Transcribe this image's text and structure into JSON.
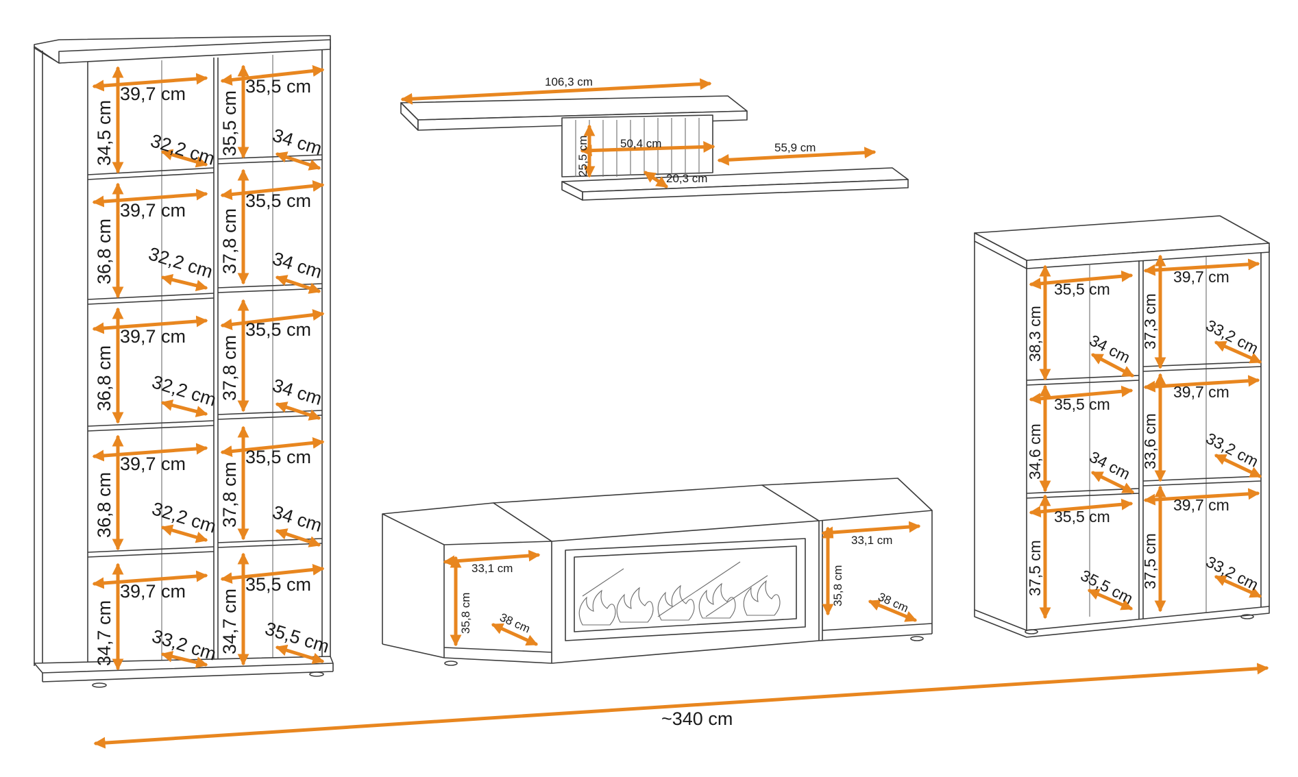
{
  "colors": {
    "arrow": "#e8861f",
    "line": "#3b3b3b",
    "text": "#1a1a1a"
  },
  "tall_cabinet": {
    "left_column": {
      "widths": [
        "39,7 cm",
        "39,7 cm",
        "39,7 cm",
        "39,7 cm",
        "39,7 cm"
      ],
      "heights": [
        "34,5 cm",
        "36,8 cm",
        "36,8 cm",
        "36,8 cm",
        "34,7 cm"
      ],
      "depths": [
        "32,2 cm",
        "32,2 cm",
        "32,2 cm",
        "32,2 cm",
        "33,2 cm"
      ]
    },
    "right_column": {
      "widths": [
        "35,5 cm",
        "35,5 cm",
        "35,5 cm",
        "35,5 cm",
        "35,5 cm"
      ],
      "heights": [
        "35,5 cm",
        "37,8 cm",
        "37,8 cm",
        "37,8 cm",
        "34,7 cm"
      ],
      "depths": [
        "34 cm",
        "34 cm",
        "34 cm",
        "34 cm",
        "35,5 cm"
      ]
    }
  },
  "wall_shelf": {
    "top_width": "106,3 cm",
    "panel_width": "50,4 cm",
    "panel_height": "25,5 cm",
    "panel_depth": "20,3 cm",
    "bottom_width": "55,9 cm"
  },
  "tv_stand": {
    "left_width": "33,1 cm",
    "left_height": "35,8 cm",
    "left_depth": "38 cm",
    "right_width": "33,1 cm",
    "right_height": "35,8 cm",
    "right_depth": "38 cm"
  },
  "short_cabinet": {
    "left_column": {
      "widths": [
        "35,5 cm",
        "35,5 cm",
        "35,5 cm"
      ],
      "heights": [
        "38,3 cm",
        "34,6 cm",
        "37,5 cm"
      ],
      "depths": [
        "34 cm",
        "34 cm",
        "35,5 cm"
      ]
    },
    "right_column": {
      "widths": [
        "39,7 cm",
        "39,7 cm",
        "39,7 cm"
      ],
      "heights": [
        "37,3 cm",
        "33,6 cm",
        "37,5 cm"
      ],
      "depths": [
        "33,2 cm",
        "33,2 cm",
        "33,2 cm"
      ]
    }
  },
  "total_width": "~340 cm"
}
